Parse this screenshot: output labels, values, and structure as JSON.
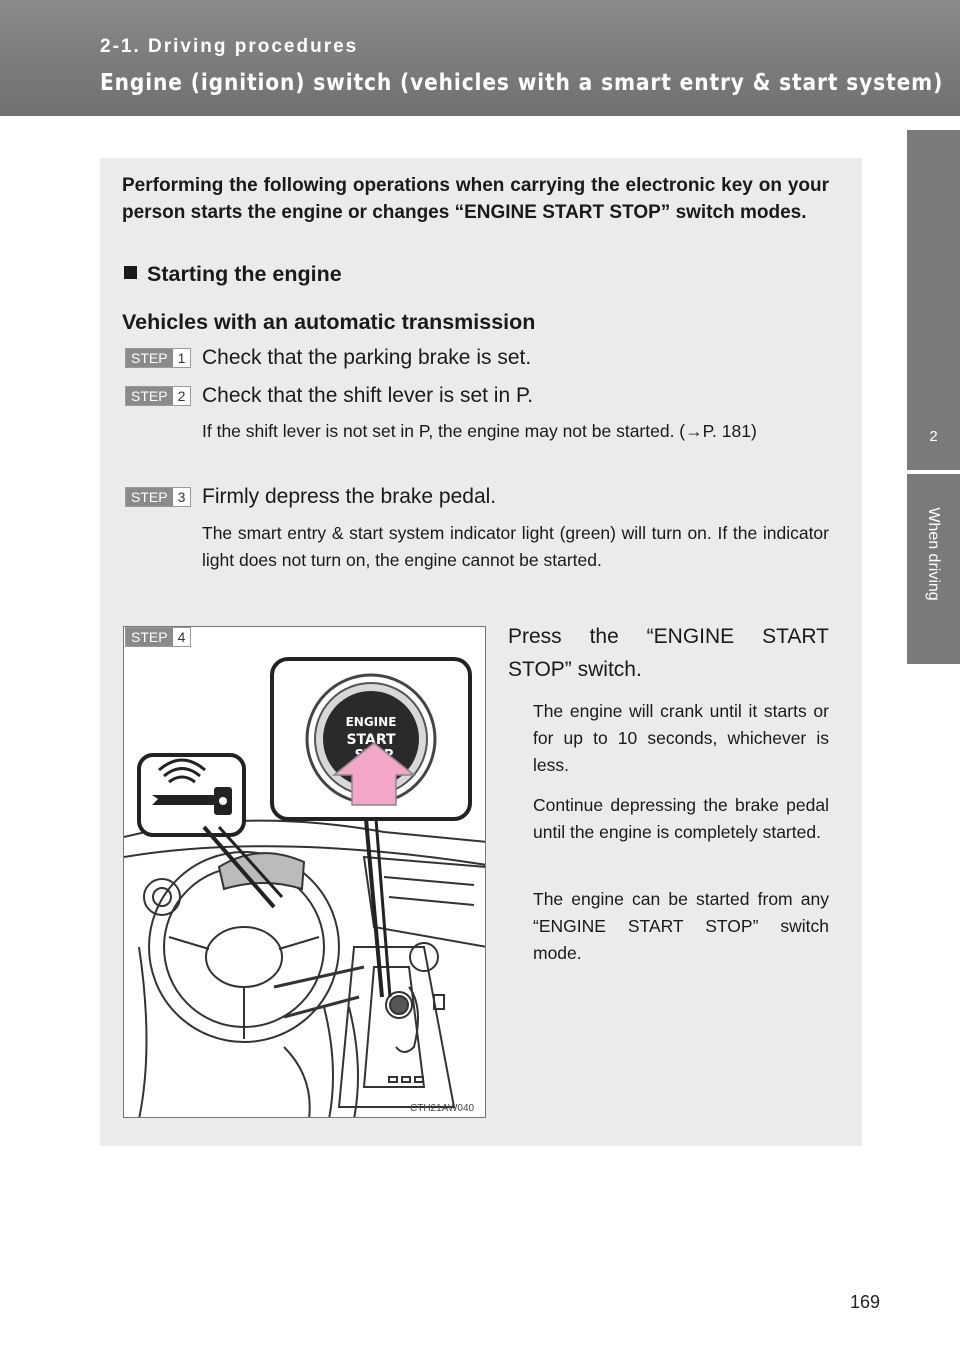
{
  "header": {
    "section": "2-1. Driving procedures",
    "title": "Engine (ignition) switch (vehicles with a smart entry & start system)"
  },
  "side_tab": {
    "chapter": "2",
    "label": "When driving"
  },
  "intro": "Performing the following operations when carrying the electronic key on your person starts the engine or changes “ENGINE START STOP” switch modes.",
  "subheading": "Starting the engine",
  "subheading2": "Vehicles with an automatic transmission",
  "step_word": "STEP",
  "steps": [
    {
      "num": "1",
      "text": "Check that the parking brake is set."
    },
    {
      "num": "2",
      "text": "Check that the shift lever is set in P.",
      "note": "If the shift lever is not set in P, the engine may not be started. (→P. 181)"
    },
    {
      "num": "3",
      "text": "Firmly depress the brake pedal.",
      "note": "The smart entry & start system indicator light (green) will turn on. If the indicator light does not turn on, the engine cannot be started."
    },
    {
      "num": "4",
      "text": "Press the “ENGINE START STOP” switch.",
      "notes": [
        "The engine will crank until it starts or for up to 10 seconds, whichever is less.",
        "Continue depressing the brake pedal until the engine is completely started.",
        "The engine can be started from any “ENGINE START STOP” switch mode."
      ]
    }
  ],
  "figure": {
    "button_line1": "ENGINE",
    "button_line2": "START",
    "button_line3": "STOP",
    "code": "CTH21AW040"
  },
  "page_number": "169",
  "colors": {
    "header": "#7a7a7a",
    "panel": "#ebebeb",
    "arrow": "#f4a6c8"
  }
}
